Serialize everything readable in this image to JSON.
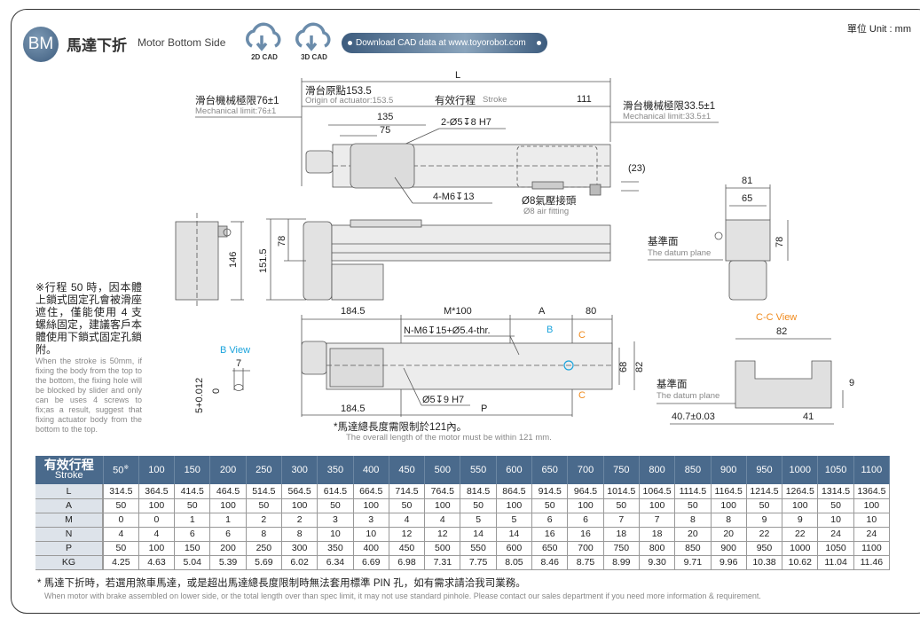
{
  "header": {
    "badge": "BM",
    "title_zh": "馬達下折",
    "title_en": "Motor Bottom Side",
    "cad2d": "2D CAD",
    "cad3d": "3D CAD",
    "download": "Download CAD data at www.toyorobot.com",
    "unit": "單位 Unit : mm"
  },
  "note": {
    "zh": "※行程 50 時，因本體上鎖式固定孔會被滑座遮住，僅能使用 4 支螺絲固定，建議客戶本體使用下鎖式固定孔鎖附。",
    "en": "When the stroke is 50mm, if fixing the body from the top to the bottom, the fixing hole will be blocked by slider and only can be uses 4 screws to fix;as a result, suggest that fixing actuator body from the bottom to the top."
  },
  "drawing": {
    "L": "L",
    "origin_zh": "滑台原點153.5",
    "origin_en": "Origin of actuator:153.5",
    "mech_left_zh": "滑台機械極限76±1",
    "mech_left_en": "Mechanical limit:76±1",
    "stroke_zh": "有效行程",
    "stroke_en": "Stroke",
    "d111": "111",
    "mech_right_zh": "滑台機械極限33.5±1",
    "mech_right_en": "Mechanical limit:33.5±1",
    "d135": "135",
    "d75": "75",
    "pin_hole": "2-Ø5↧8 H7",
    "d23": "(23)",
    "tap": "4-M6↧13",
    "air_zh": "Ø8氣壓接頭",
    "air_en": "Ø8 air fitting",
    "d81": "81",
    "d65": "65",
    "d78_end": "78",
    "datum_zh": "基準面",
    "datum_en": "The datum plane",
    "d146": "146",
    "d151_5": "151.5",
    "d78_side": "78",
    "d184_5_top": "184.5",
    "m100": "M*100",
    "A": "A",
    "d80": "80",
    "n_tap": "N-M6↧15+Ø5.4-thr.",
    "B": "B",
    "C1": "C",
    "C2": "C",
    "d68": "68",
    "d82_side": "82",
    "pin_bottom": "Ø5↧9 H7",
    "d184_5_bot": "184.5",
    "P": "P",
    "motor_zh": "*馬達總長度需限制於121內。",
    "motor_en": "The overall length of the motor must be within 121 mm.",
    "bview": "B View",
    "d7": "7",
    "tol": "5+0.012",
    "tol0": "0",
    "ccview": "C-C View",
    "d82_cc": "82",
    "datum2_zh": "基準面",
    "datum2_en": "The datum plane",
    "d9": "9",
    "d40_7": "40.7±0.03",
    "d41": "41"
  },
  "table": {
    "header_zh": "有效行程",
    "header_en": "Stroke",
    "note_mark": "※",
    "strokes": [
      "50",
      "100",
      "150",
      "200",
      "250",
      "300",
      "350",
      "400",
      "450",
      "500",
      "550",
      "600",
      "650",
      "700",
      "750",
      "800",
      "850",
      "900",
      "950",
      "1000",
      "1050",
      "1100"
    ],
    "rows": [
      {
        "label": "L",
        "values": [
          "314.5",
          "364.5",
          "414.5",
          "464.5",
          "514.5",
          "564.5",
          "614.5",
          "664.5",
          "714.5",
          "764.5",
          "814.5",
          "864.5",
          "914.5",
          "964.5",
          "1014.5",
          "1064.5",
          "1114.5",
          "1164.5",
          "1214.5",
          "1264.5",
          "1314.5",
          "1364.5"
        ]
      },
      {
        "label": "A",
        "values": [
          "50",
          "100",
          "50",
          "100",
          "50",
          "100",
          "50",
          "100",
          "50",
          "100",
          "50",
          "100",
          "50",
          "100",
          "50",
          "100",
          "50",
          "100",
          "50",
          "100",
          "50",
          "100"
        ]
      },
      {
        "label": "M",
        "values": [
          "0",
          "0",
          "1",
          "1",
          "2",
          "2",
          "3",
          "3",
          "4",
          "4",
          "5",
          "5",
          "6",
          "6",
          "7",
          "7",
          "8",
          "8",
          "9",
          "9",
          "10",
          "10"
        ]
      },
      {
        "label": "N",
        "values": [
          "4",
          "4",
          "6",
          "6",
          "8",
          "8",
          "10",
          "10",
          "12",
          "12",
          "14",
          "14",
          "16",
          "16",
          "18",
          "18",
          "20",
          "20",
          "22",
          "22",
          "24",
          "24"
        ]
      },
      {
        "label": "P",
        "values": [
          "50",
          "100",
          "150",
          "200",
          "250",
          "300",
          "350",
          "400",
          "450",
          "500",
          "550",
          "600",
          "650",
          "700",
          "750",
          "800",
          "850",
          "900",
          "950",
          "1000",
          "1050",
          "1100"
        ]
      },
      {
        "label": "KG",
        "values": [
          "4.25",
          "4.63",
          "5.04",
          "5.39",
          "5.69",
          "6.02",
          "6.34",
          "6.69",
          "6.98",
          "7.31",
          "7.75",
          "8.05",
          "8.46",
          "8.75",
          "8.99",
          "9.30",
          "9.71",
          "9.96",
          "10.38",
          "10.62",
          "11.04",
          "11.46"
        ]
      }
    ]
  },
  "footnote": {
    "zh": "* 馬達下折時，若選用煞車馬達，或是超出馬達總長度限制時無法套用標準 PIN 孔，如有需求請洽我司業務。",
    "en": "When motor with brake assembled on lower side, or the total length over than spec limit, it may not use standard pinhole. Please contact our sales department if you need more information & requirement."
  }
}
